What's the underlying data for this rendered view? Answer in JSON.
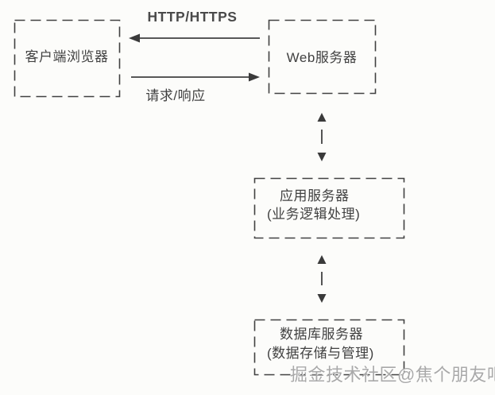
{
  "diagram": {
    "nodes": [
      {
        "id": "client-browser",
        "label": "客户端浏览器"
      },
      {
        "id": "web-server",
        "label": "Web服务器"
      },
      {
        "id": "app-server",
        "label": "应用服务器",
        "sublabel": "(业务逻辑处理)"
      },
      {
        "id": "db-server",
        "label": "数据库服务器",
        "sublabel": "(数据存储与管理)"
      }
    ],
    "edges": [
      {
        "from": "web-server",
        "to": "client-browser",
        "label": "HTTP/HTTPS",
        "style": "arrow-left"
      },
      {
        "from": "client-browser",
        "to": "web-server",
        "label": "请求/响应",
        "style": "arrow-right"
      },
      {
        "from": "web-server",
        "to": "app-server",
        "label": "",
        "style": "arrow-both-vertical"
      },
      {
        "from": "app-server",
        "to": "db-server",
        "label": "",
        "style": "arrow-both-vertical"
      }
    ],
    "watermark": "掘金技术社区@焦个朋友吧",
    "colors": {
      "background": "#fcfcfa",
      "stroke": "#414141",
      "text": "#414141",
      "watermark": "#a9a9a9"
    }
  }
}
